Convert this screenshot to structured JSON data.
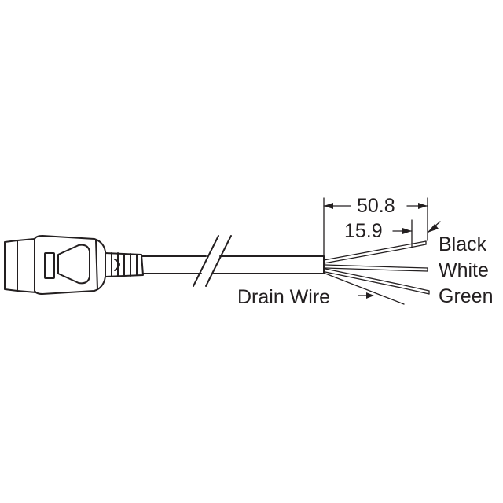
{
  "dimensions": {
    "overall_strip_length": "50.8",
    "jacket_strip_length": "15.9"
  },
  "wire_labels": {
    "black": "Black",
    "white": "White",
    "green": "Green",
    "drain": "Drain Wire"
  },
  "colors": {
    "line": "#231f20",
    "background": "#ffffff"
  }
}
